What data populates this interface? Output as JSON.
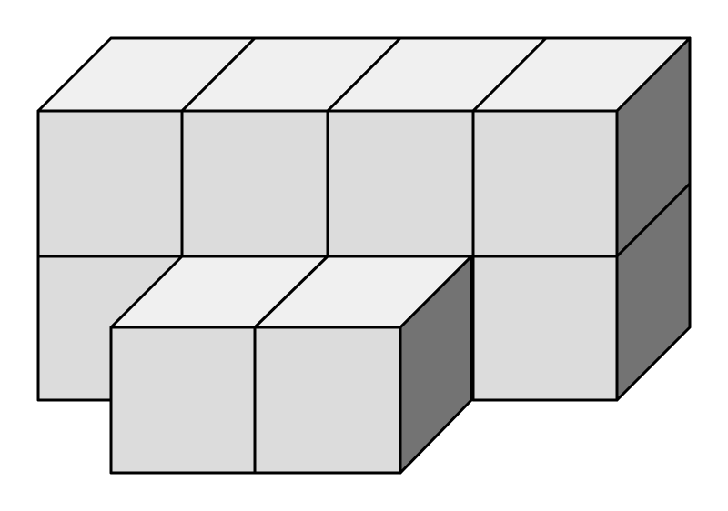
{
  "figure": {
    "type": "isometric-cube-stack",
    "cube_count": 10,
    "layers": {
      "back_top_row": 4,
      "back_bottom_row": 4,
      "front_protruding_row": 2
    }
  },
  "colors": {
    "background": "#ffffff",
    "front_face": "#dcdcdc",
    "top_face": "#f0f0f0",
    "side_face": "#737373",
    "edge": "#000000"
  }
}
